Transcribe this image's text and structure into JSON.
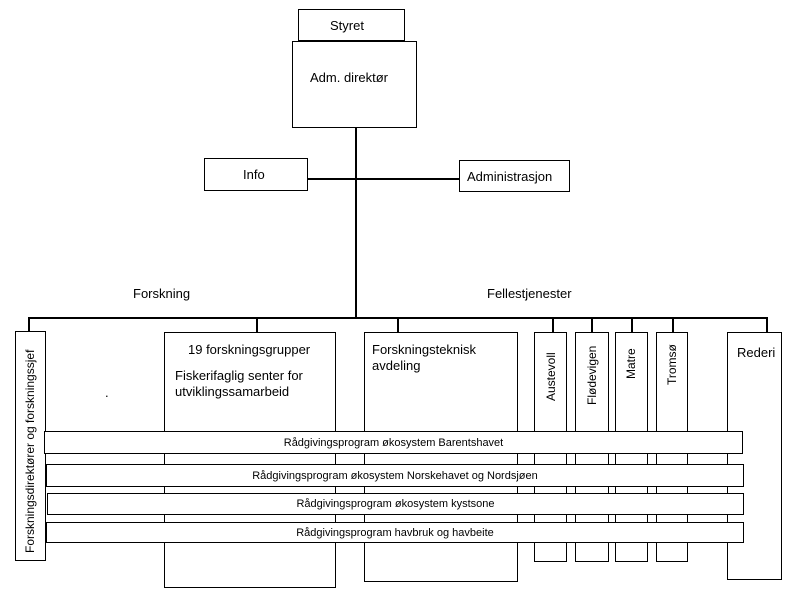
{
  "nodes": {
    "board": "Styret",
    "ceo": "Adm. direktør",
    "info": "Info",
    "admin": "Administrasjon",
    "research_header": "Forskning",
    "shared_header": "Fellestjenester",
    "research_directors": "Forskningsdirektører og forskningssjef",
    "dot": ".",
    "groups": "19 forskningsgrupper",
    "center": "Fiskerifaglig senter for utviklingssamarbeid",
    "tech_dept": "Forskningsteknisk avdeling",
    "austevoll": "Austevoll",
    "flodevigen": "Flødevigen",
    "matre": "Matre",
    "tromso": "Tromsø",
    "rederi": "Rederi"
  },
  "programs": [
    "Rådgivingsprogram økosystem Barentshavet",
    "Rådgivingsprogram økosystem Norskehavet og Nordsjøen",
    "Rådgivingsprogram økosystem kystsone",
    "Rådgivingsprogram havbruk og havbeite"
  ]
}
